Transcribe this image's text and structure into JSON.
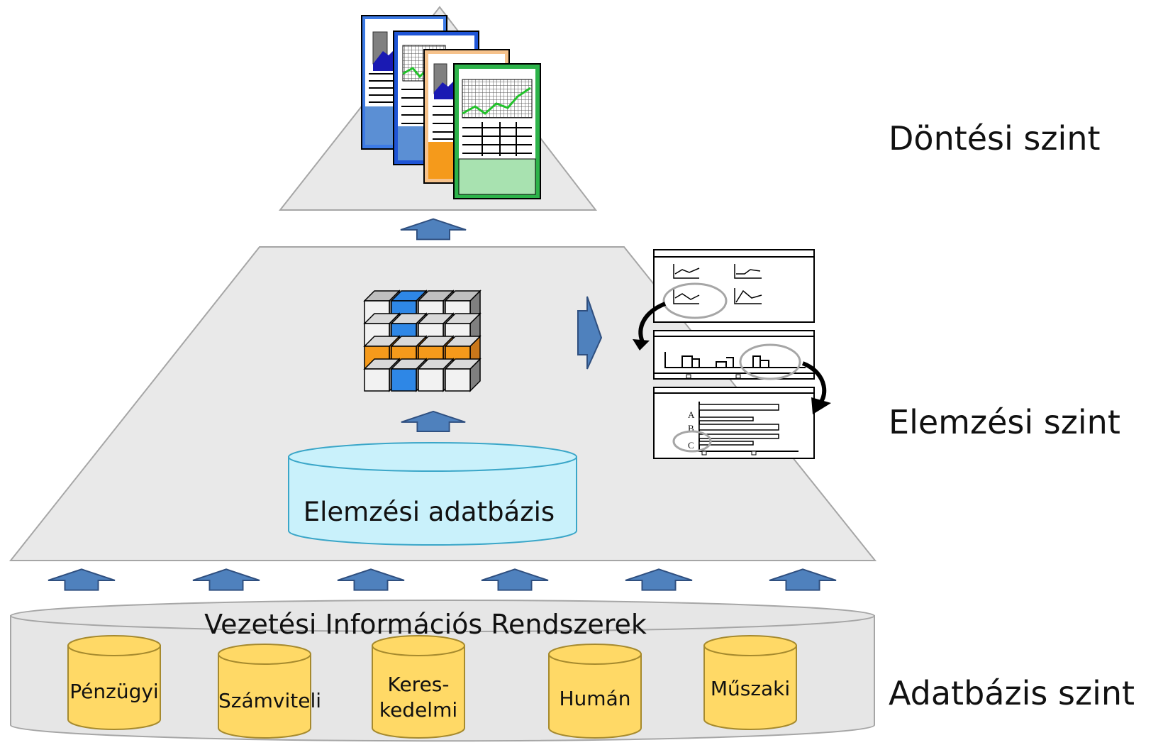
{
  "levels": {
    "decision": "Döntési szint",
    "analysis": "Elemzési szint",
    "database": "Adatbázis szint"
  },
  "analysis_db_label": "Elemzési adatbázis",
  "mis_label": "Vezetési Információs Rendszerek",
  "sources": [
    {
      "label": "Pénzügyi"
    },
    {
      "label": "Számviteli"
    },
    {
      "label": "Keres-\nkedelmi"
    },
    {
      "label": "Humán"
    },
    {
      "label": "Műszaki"
    }
  ],
  "ranking_chart_labels": [
    "A",
    "B",
    "C"
  ],
  "colors": {
    "arrow_fill": "#4f81bd",
    "arrow_stroke": "#2f4f7f",
    "pyramid_fill": "#e9e9e9",
    "pyramid_stroke": "#a6a6a6",
    "source_db_fill": "#ffd966",
    "analysis_db_fill": "#c9f1fb",
    "cube_blue": "#2e87e6",
    "cube_orange": "#f59a1b",
    "green_chart_line": "#22c22a"
  }
}
